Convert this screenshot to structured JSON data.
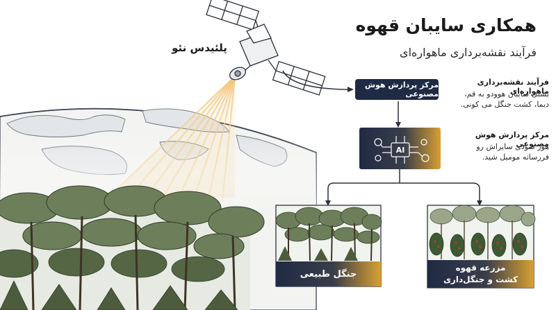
{
  "title": "همکاری سایبان قهوه",
  "subtitle": "فرآیند نقشه‌برداری ماهواره‌ای",
  "satellite_label": "پلئیدس نئو",
  "ai_box_label": "مرکز پردازش هوش مصنوعی",
  "step1": {
    "title": "فرآیند نقشه‌برداری ماهواره‌ای",
    "line1": "بستی سایبان هوودو به قم،",
    "line2": "دیما، کشت جنگل می کونی."
  },
  "step2": {
    "title": "مرکز پردازش هوش مصنوعی",
    "line1": "هوز صودی سایراش رو",
    "line2": "فررساته مومیل شید."
  },
  "chip_label": "AI",
  "outcomes": {
    "forest_label": "جنگل طبیعی",
    "farm_line1": "مزرعه قهوه",
    "farm_line2": "کشت و جنگل‌داری"
  },
  "colors": {
    "navy": "#1f2a44",
    "gold": "#d9a032",
    "beam": "#f2c37a"
  }
}
